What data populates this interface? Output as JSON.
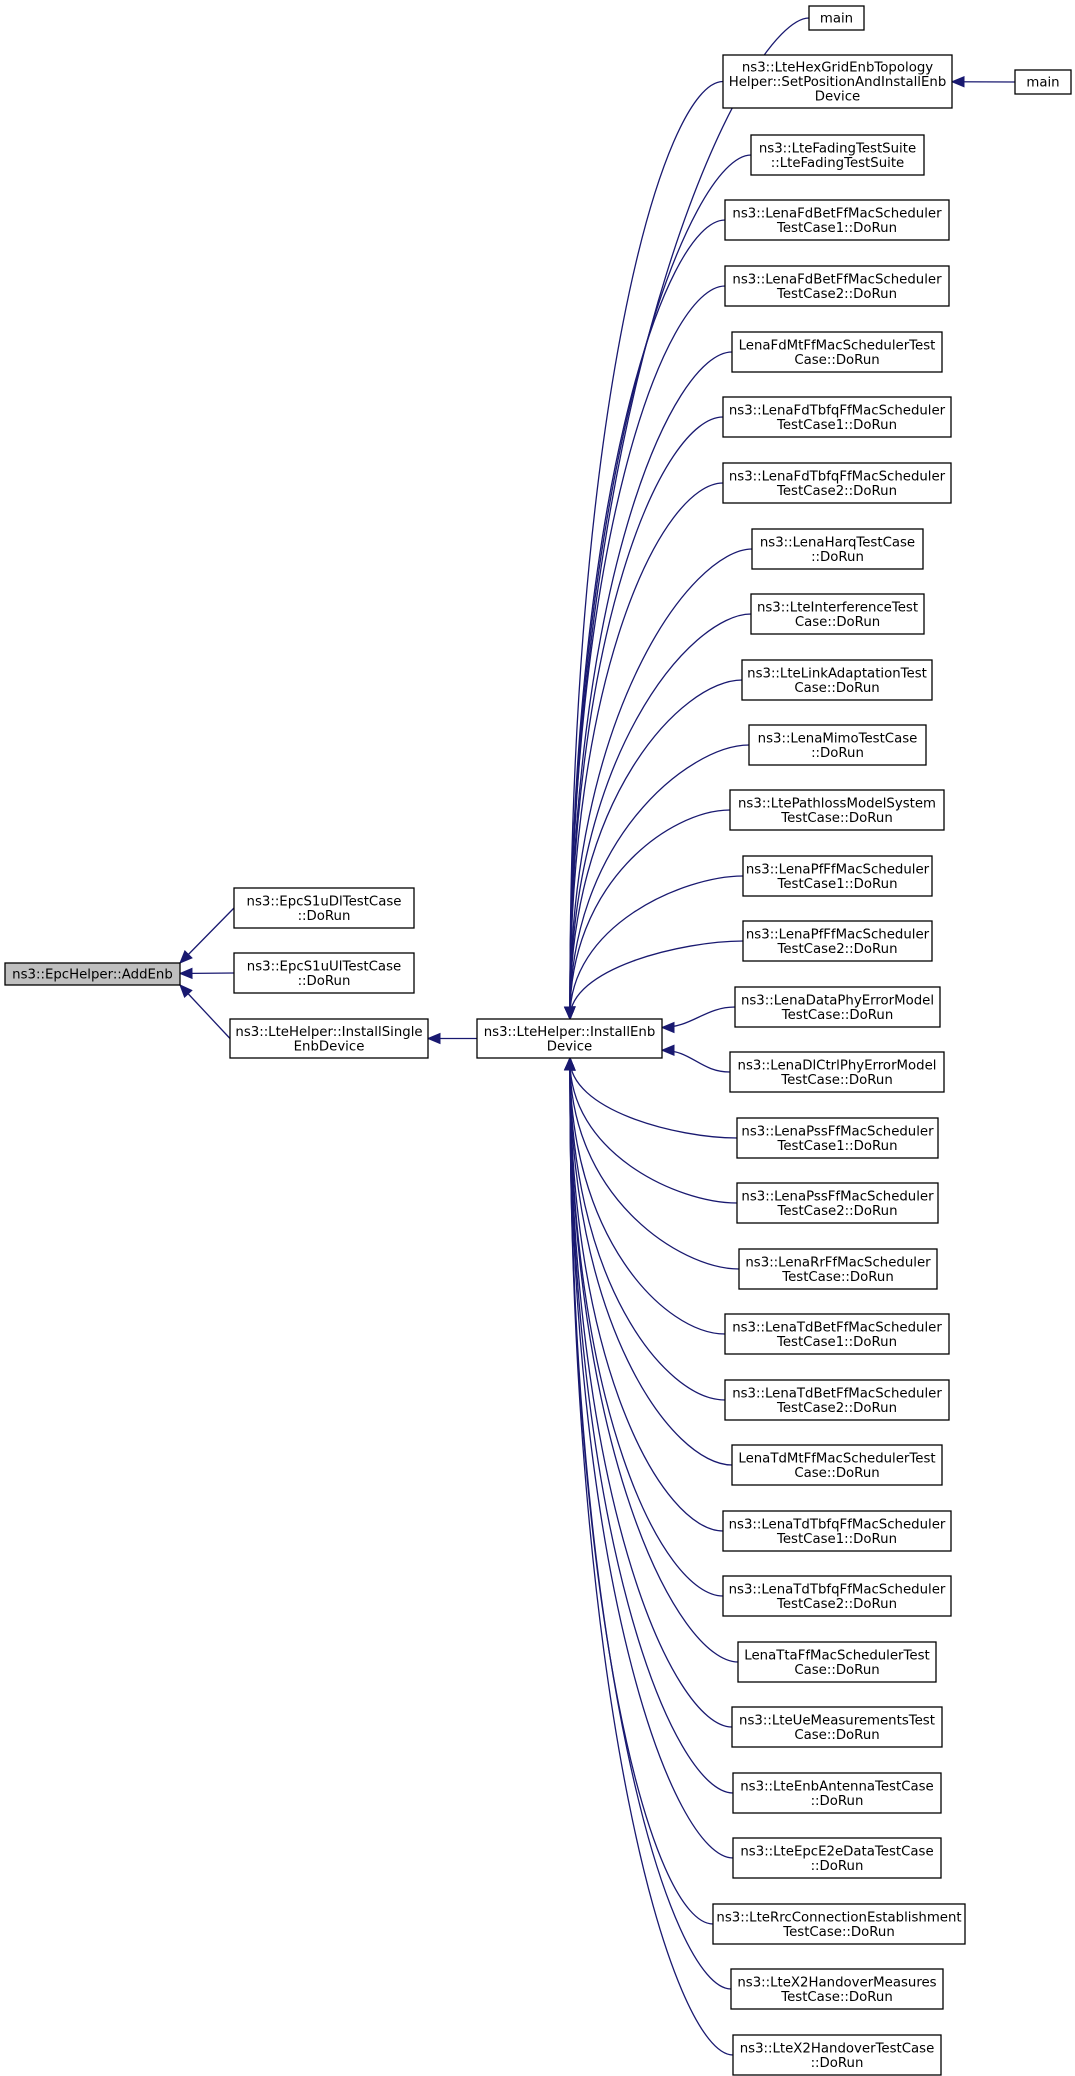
{
  "graph": {
    "root": "addEnb",
    "nodes": [
      {
        "id": "addEnb",
        "lines": [
          "ns3::EpcHelper::AddEnb"
        ],
        "highlight": true
      },
      {
        "id": "epcS1uDl",
        "lines": [
          "ns3::EpcS1uDlTestCase",
          "::DoRun"
        ]
      },
      {
        "id": "epcS1uUl",
        "lines": [
          "ns3::EpcS1uUlTestCase",
          "::DoRun"
        ]
      },
      {
        "id": "installSingle",
        "lines": [
          "ns3::LteHelper::InstallSingle",
          "EnbDevice"
        ]
      },
      {
        "id": "installEnb",
        "lines": [
          "ns3::LteHelper::InstallEnb",
          "Device"
        ]
      },
      {
        "id": "main1",
        "lines": [
          "main"
        ]
      },
      {
        "id": "hexGrid",
        "lines": [
          "ns3::LteHexGridEnbTopology",
          "Helper::SetPositionAndInstallEnb",
          "Device"
        ]
      },
      {
        "id": "main2",
        "lines": [
          "main"
        ]
      },
      {
        "id": "fadingSuite",
        "lines": [
          "ns3::LteFadingTestSuite",
          "::LteFadingTestSuite"
        ]
      },
      {
        "id": "fdBet1",
        "lines": [
          "ns3::LenaFdBetFfMacScheduler",
          "TestCase1::DoRun"
        ]
      },
      {
        "id": "fdBet2",
        "lines": [
          "ns3::LenaFdBetFfMacScheduler",
          "TestCase2::DoRun"
        ]
      },
      {
        "id": "fdMt",
        "lines": [
          "LenaFdMtFfMacSchedulerTest",
          "Case::DoRun"
        ]
      },
      {
        "id": "fdTbfq1",
        "lines": [
          "ns3::LenaFdTbfqFfMacScheduler",
          "TestCase1::DoRun"
        ]
      },
      {
        "id": "fdTbfq2",
        "lines": [
          "ns3::LenaFdTbfqFfMacScheduler",
          "TestCase2::DoRun"
        ]
      },
      {
        "id": "harq",
        "lines": [
          "ns3::LenaHarqTestCase",
          "::DoRun"
        ]
      },
      {
        "id": "interference",
        "lines": [
          "ns3::LteInterferenceTest",
          "Case::DoRun"
        ]
      },
      {
        "id": "linkAdapt",
        "lines": [
          "ns3::LteLinkAdaptationTest",
          "Case::DoRun"
        ]
      },
      {
        "id": "mimo",
        "lines": [
          "ns3::LenaMimoTestCase",
          "::DoRun"
        ]
      },
      {
        "id": "pathloss",
        "lines": [
          "ns3::LtePathlossModelSystem",
          "TestCase::DoRun"
        ]
      },
      {
        "id": "pf1",
        "lines": [
          "ns3::LenaPfFfMacScheduler",
          "TestCase1::DoRun"
        ]
      },
      {
        "id": "pf2",
        "lines": [
          "ns3::LenaPfFfMacScheduler",
          "TestCase2::DoRun"
        ]
      },
      {
        "id": "dataPhyErr",
        "lines": [
          "ns3::LenaDataPhyErrorModel",
          "TestCase::DoRun"
        ]
      },
      {
        "id": "dlCtrlPhyErr",
        "lines": [
          "ns3::LenaDlCtrlPhyErrorModel",
          "TestCase::DoRun"
        ]
      },
      {
        "id": "pss1",
        "lines": [
          "ns3::LenaPssFfMacScheduler",
          "TestCase1::DoRun"
        ]
      },
      {
        "id": "pss2",
        "lines": [
          "ns3::LenaPssFfMacScheduler",
          "TestCase2::DoRun"
        ]
      },
      {
        "id": "rr",
        "lines": [
          "ns3::LenaRrFfMacScheduler",
          "TestCase::DoRun"
        ]
      },
      {
        "id": "tdBet1",
        "lines": [
          "ns3::LenaTdBetFfMacScheduler",
          "TestCase1::DoRun"
        ]
      },
      {
        "id": "tdBet2",
        "lines": [
          "ns3::LenaTdBetFfMacScheduler",
          "TestCase2::DoRun"
        ]
      },
      {
        "id": "tdMt",
        "lines": [
          "LenaTdMtFfMacSchedulerTest",
          "Case::DoRun"
        ]
      },
      {
        "id": "tdTbfq1",
        "lines": [
          "ns3::LenaTdTbfqFfMacScheduler",
          "TestCase1::DoRun"
        ]
      },
      {
        "id": "tdTbfq2",
        "lines": [
          "ns3::LenaTdTbfqFfMacScheduler",
          "TestCase2::DoRun"
        ]
      },
      {
        "id": "tta",
        "lines": [
          "LenaTtaFfMacSchedulerTest",
          "Case::DoRun"
        ]
      },
      {
        "id": "ueMeas",
        "lines": [
          "ns3::LteUeMeasurementsTest",
          "Case::DoRun"
        ]
      },
      {
        "id": "enbAntenna",
        "lines": [
          "ns3::LteEnbAntennaTestCase",
          "::DoRun"
        ]
      },
      {
        "id": "epcE2e",
        "lines": [
          "ns3::LteEpcE2eDataTestCase",
          "::DoRun"
        ]
      },
      {
        "id": "rrcConn",
        "lines": [
          "ns3::LteRrcConnectionEstablishment",
          "TestCase::DoRun"
        ]
      },
      {
        "id": "x2Meas",
        "lines": [
          "ns3::LteX2HandoverMeasures",
          "TestCase::DoRun"
        ]
      },
      {
        "id": "x2Handover",
        "lines": [
          "ns3::LteX2HandoverTestCase",
          "::DoRun"
        ]
      }
    ],
    "edges": [
      {
        "from": "epcS1uDl",
        "to": "addEnb"
      },
      {
        "from": "epcS1uUl",
        "to": "addEnb"
      },
      {
        "from": "installSingle",
        "to": "addEnb"
      },
      {
        "from": "installEnb",
        "to": "installSingle"
      },
      {
        "from": "main1",
        "to": "installEnb"
      },
      {
        "from": "hexGrid",
        "to": "installEnb"
      },
      {
        "from": "main2",
        "to": "hexGrid"
      },
      {
        "from": "fadingSuite",
        "to": "installEnb"
      },
      {
        "from": "fdBet1",
        "to": "installEnb"
      },
      {
        "from": "fdBet2",
        "to": "installEnb"
      },
      {
        "from": "fdMt",
        "to": "installEnb"
      },
      {
        "from": "fdTbfq1",
        "to": "installEnb"
      },
      {
        "from": "fdTbfq2",
        "to": "installEnb"
      },
      {
        "from": "harq",
        "to": "installEnb"
      },
      {
        "from": "interference",
        "to": "installEnb"
      },
      {
        "from": "linkAdapt",
        "to": "installEnb"
      },
      {
        "from": "mimo",
        "to": "installEnb"
      },
      {
        "from": "pathloss",
        "to": "installEnb"
      },
      {
        "from": "pf1",
        "to": "installEnb"
      },
      {
        "from": "pf2",
        "to": "installEnb"
      },
      {
        "from": "dataPhyErr",
        "to": "installEnb"
      },
      {
        "from": "dlCtrlPhyErr",
        "to": "installEnb"
      },
      {
        "from": "pss1",
        "to": "installEnb"
      },
      {
        "from": "pss2",
        "to": "installEnb"
      },
      {
        "from": "rr",
        "to": "installEnb"
      },
      {
        "from": "tdBet1",
        "to": "installEnb"
      },
      {
        "from": "tdBet2",
        "to": "installEnb"
      },
      {
        "from": "tdMt",
        "to": "installEnb"
      },
      {
        "from": "tdTbfq1",
        "to": "installEnb"
      },
      {
        "from": "tdTbfq2",
        "to": "installEnb"
      },
      {
        "from": "tta",
        "to": "installEnb"
      },
      {
        "from": "ueMeas",
        "to": "installEnb"
      },
      {
        "from": "enbAntenna",
        "to": "installEnb"
      },
      {
        "from": "epcE2e",
        "to": "installEnb"
      },
      {
        "from": "rrcConn",
        "to": "installEnb"
      },
      {
        "from": "x2Meas",
        "to": "installEnb"
      },
      {
        "from": "x2Handover",
        "to": "installEnb"
      }
    ]
  },
  "colors": {
    "edge": "#191970",
    "node_border": "#000000",
    "node_fill": "#ffffff",
    "root_fill": "#bfbfbf",
    "text": "#000000"
  }
}
